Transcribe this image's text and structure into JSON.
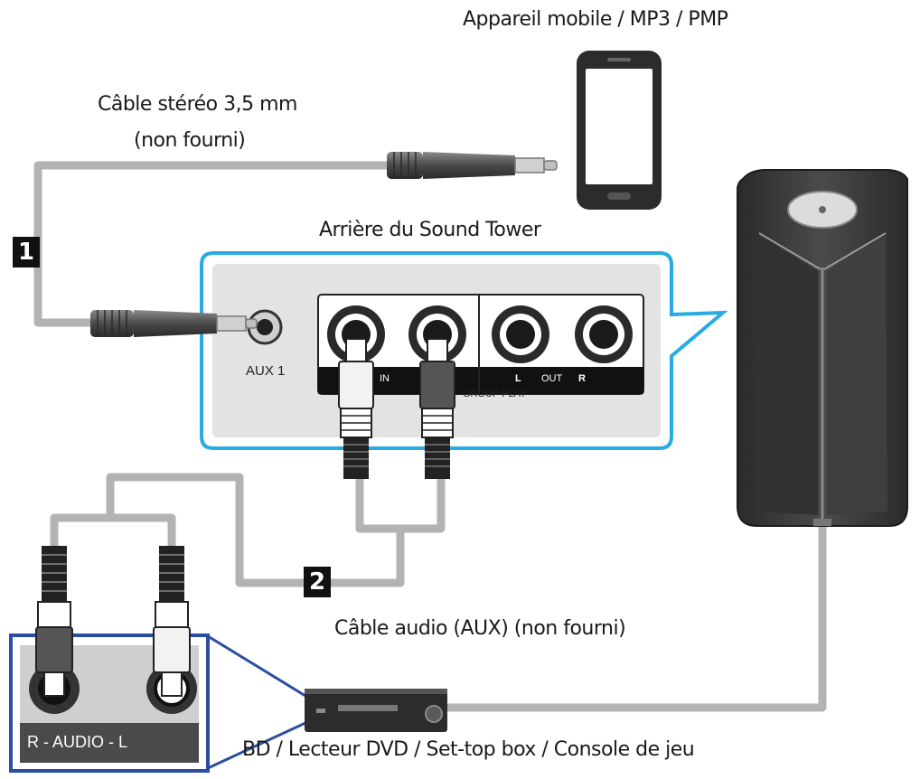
{
  "labels": {
    "mobile": "Appareil mobile / MP3 / PMP",
    "stereo_cable_line1": "Câble stéréo 3,5 mm",
    "stereo_cable_line2": "(non fourni)",
    "rear_panel": "Arrière du Sound Tower",
    "aux_cable": "Câble audio (AUX)  (non fourni)",
    "source_devices": "BD / Lecteur DVD / Set-top box / Console de jeu"
  },
  "steps": {
    "step1": "1",
    "step2": "2"
  },
  "panel": {
    "aux1": "AUX 1",
    "in": "IN",
    "out": "OUT",
    "l_marker": "L",
    "r_marker": "R",
    "group_play": "GROUP PLAY"
  },
  "device_panel": {
    "audio_label": "R - AUDIO - L"
  },
  "colors": {
    "cable": "#b3b3b3",
    "callout_border": "#29abe2",
    "device_border": "#2b4ea2",
    "panel_bg": "#e3e3e3",
    "speaker_body": "#3a3a3a"
  }
}
